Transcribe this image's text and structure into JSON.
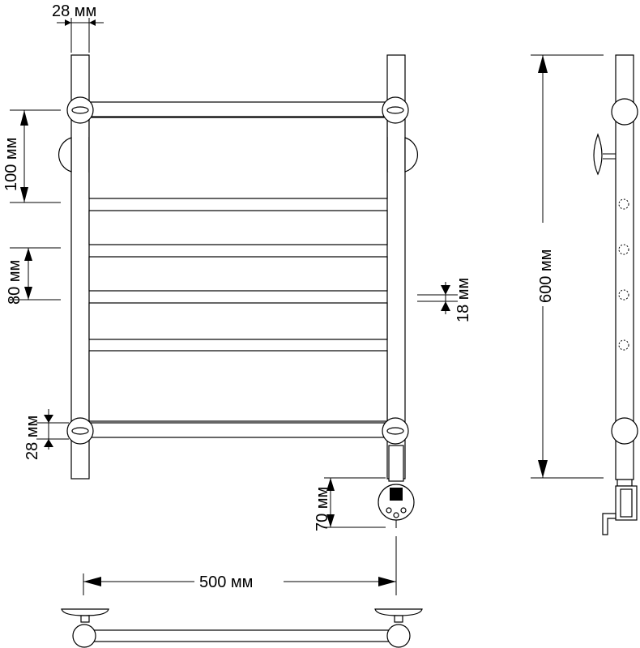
{
  "dimensions": {
    "tube_width": "28 мм",
    "rung_spacing_top": "100 мм",
    "rung_spacing": "80 мм",
    "rung_height": "18 мм",
    "bottom_tube": "28 мм",
    "heater_height": "70 мм",
    "width": "500 мм",
    "height": "600 мм"
  }
}
